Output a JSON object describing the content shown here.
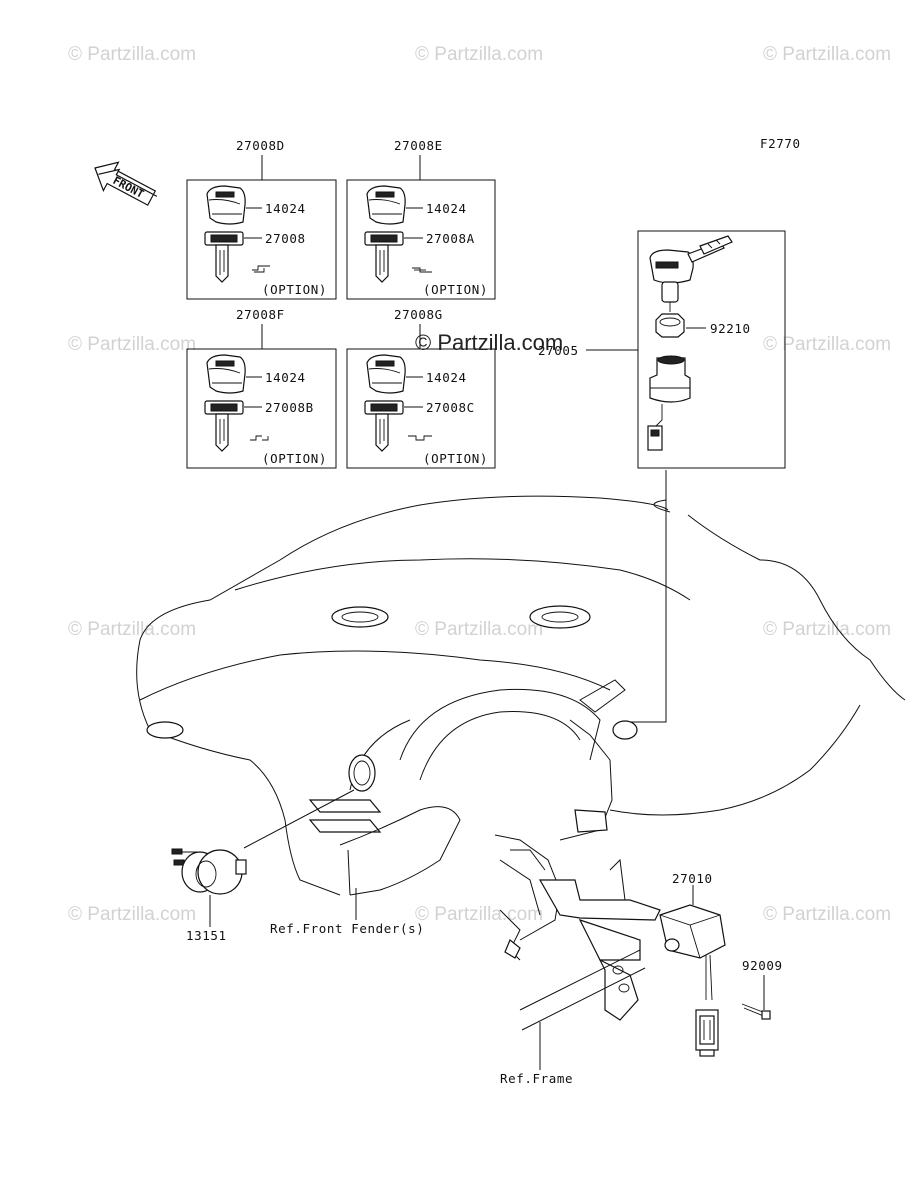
{
  "diagram": {
    "figure_code": "F2770",
    "front_label": "FRONT",
    "watermark": "© Partzilla.com",
    "key_sets": [
      {
        "set_number": "27008D",
        "cap_part": "14024",
        "key_part": "27008",
        "option": "(OPTION)"
      },
      {
        "set_number": "27008E",
        "cap_part": "14024",
        "key_part": "27008A",
        "option": "(OPTION)"
      },
      {
        "set_number": "27008F",
        "cap_part": "14024",
        "key_part": "27008B",
        "option": "(OPTION)"
      },
      {
        "set_number": "27008G",
        "cap_part": "14024",
        "key_part": "27008C",
        "option": "(OPTION)"
      }
    ],
    "ignition": {
      "assembly": "27005",
      "nut": "92210"
    },
    "switch": {
      "part": "13151"
    },
    "relay": {
      "part": "27010",
      "bolt": "92009"
    },
    "refs": {
      "front_fender": "Ref.Front Fender(s)",
      "frame": "Ref.Frame"
    }
  }
}
